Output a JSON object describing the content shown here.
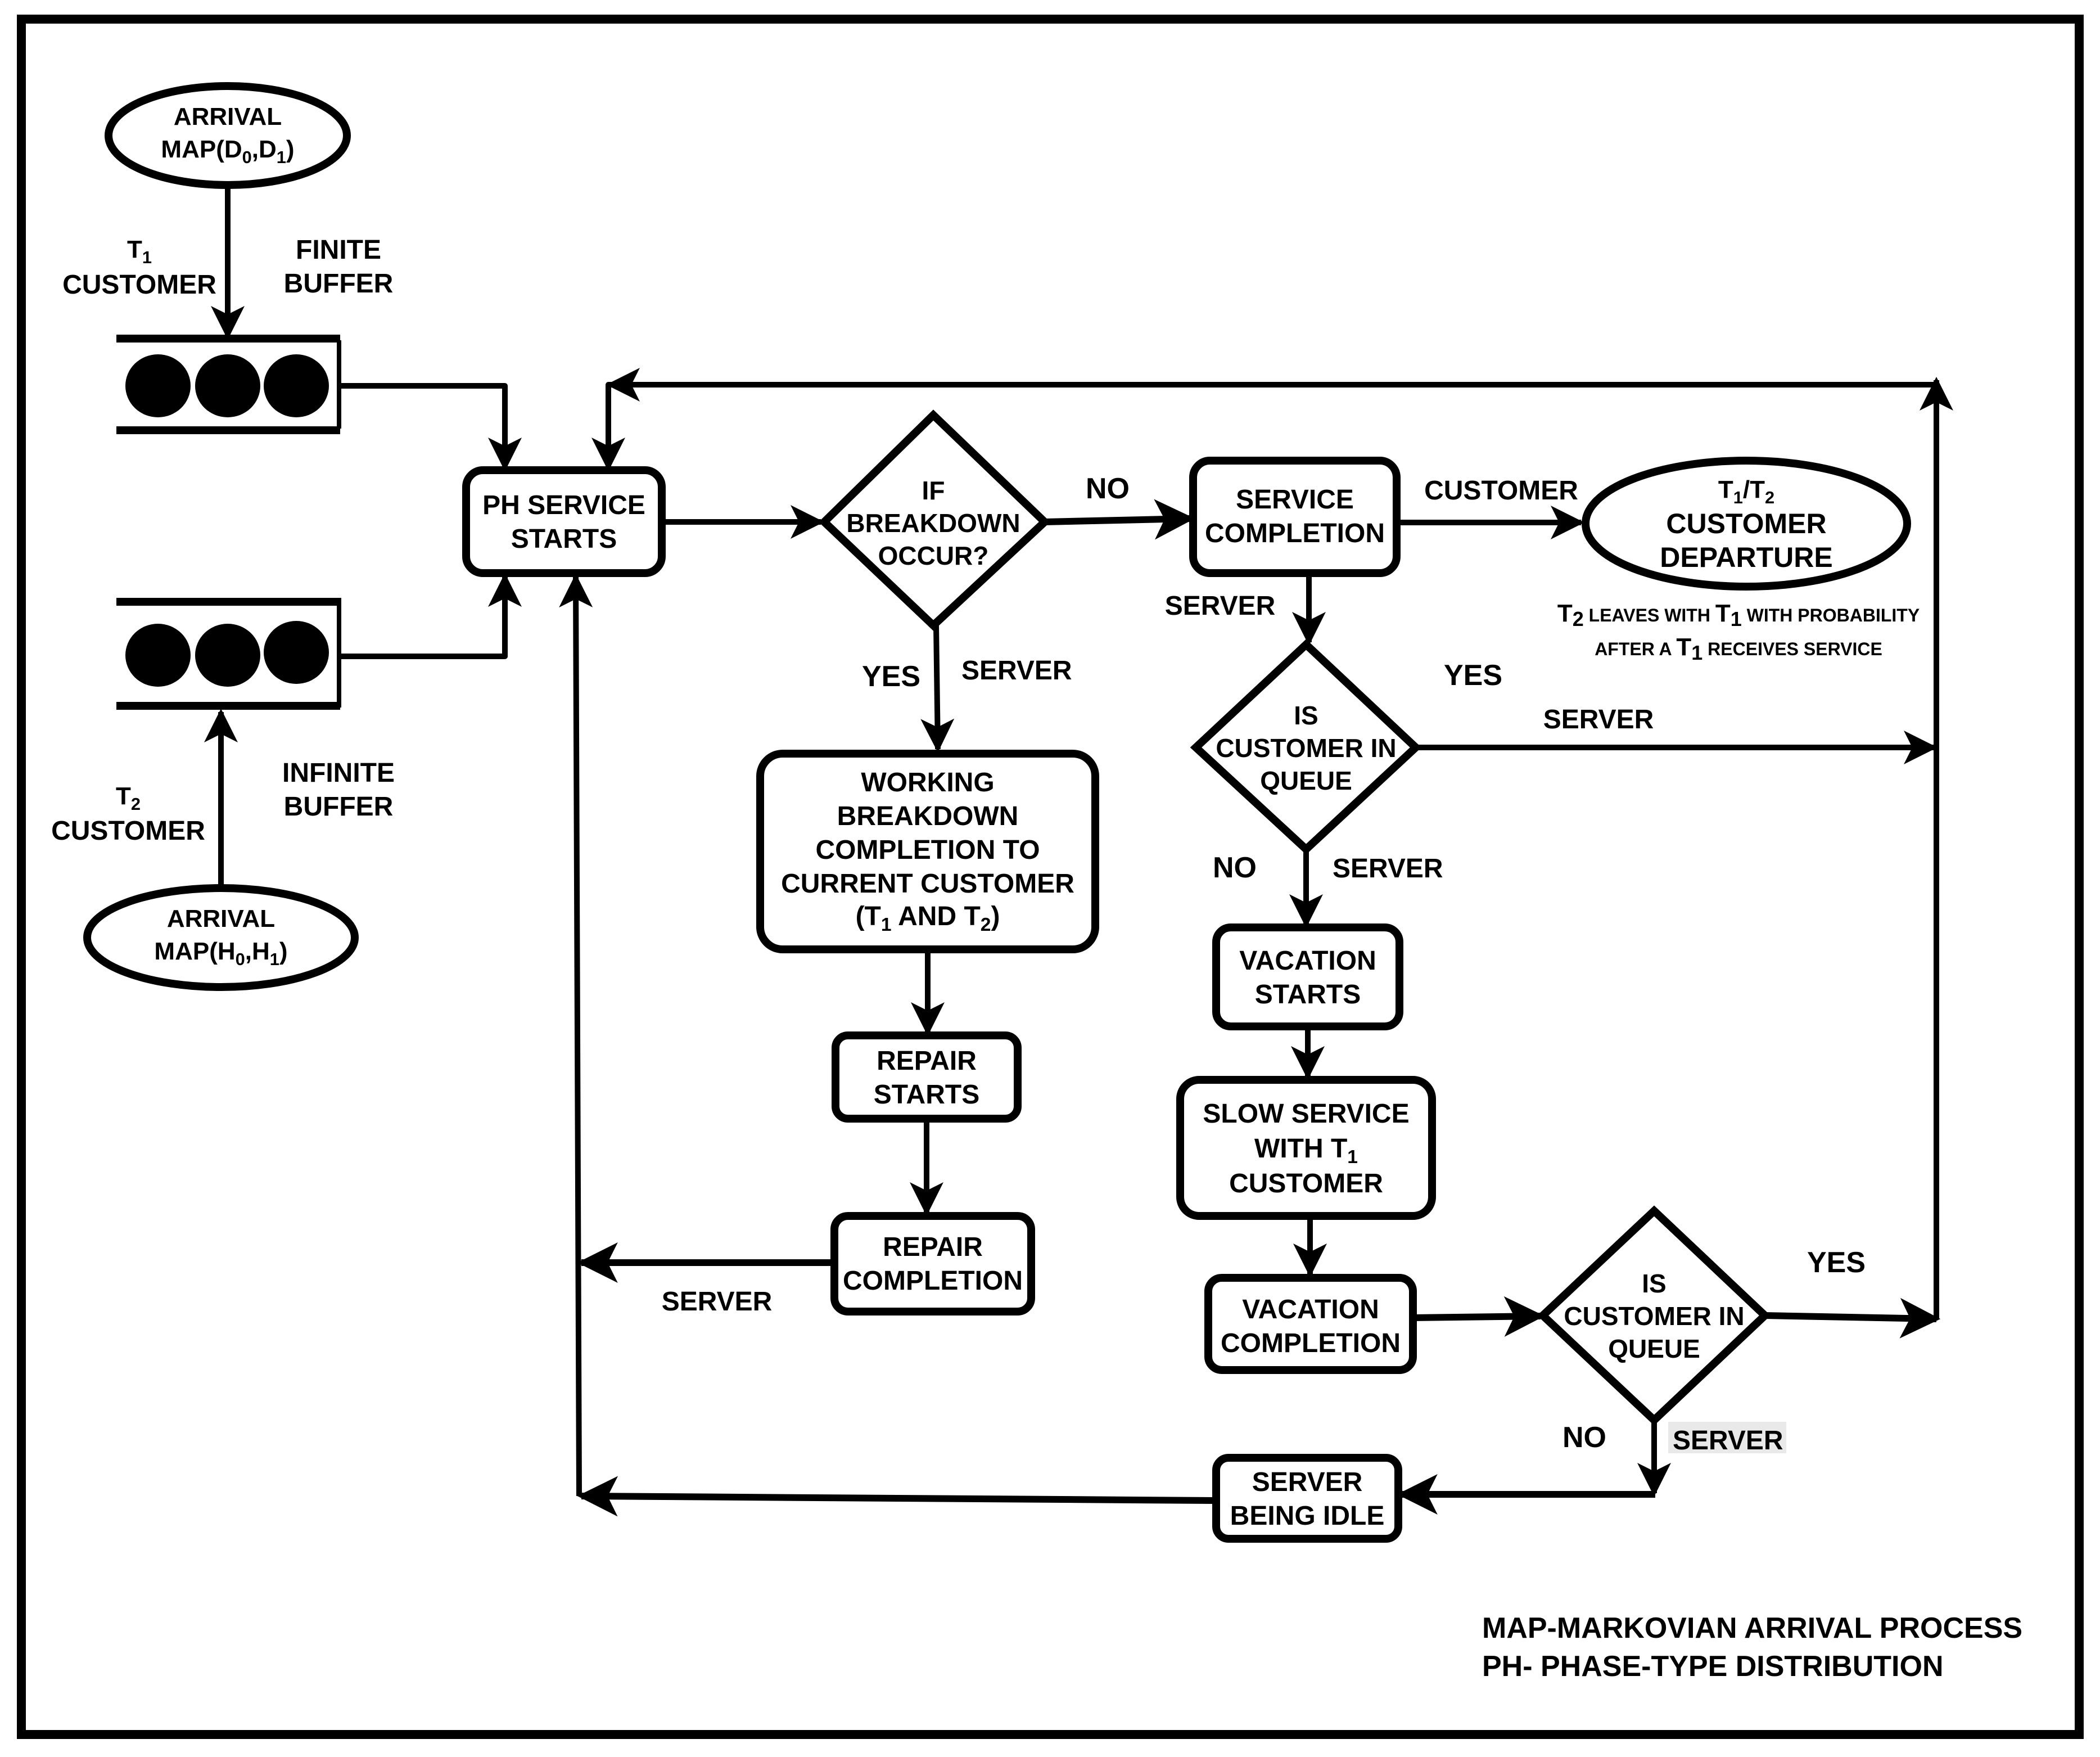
{
  "colors": {
    "background": "#ffffff",
    "ink": "#000000",
    "label_highlight": "#e9e9e9"
  },
  "arrivals": {
    "t1": {
      "line1": "ARRIVAL",
      "line2_prefix": "MAP(D",
      "line2_sub1": "0",
      "line2_mid": ",D",
      "line2_sub2": "1",
      "line2_suffix": ")"
    },
    "t2": {
      "line1": "ARRIVAL",
      "line2_prefix": "MAP(H",
      "line2_sub1": "0",
      "line2_mid": ",H",
      "line2_sub2": "1",
      "line2_suffix": ")"
    }
  },
  "labels": {
    "t1_customer": {
      "sym": "T",
      "sub": "1",
      "word": "CUSTOMER"
    },
    "t2_customer": {
      "sym": "T",
      "sub": "2",
      "word": "CUSTOMER"
    },
    "finite_buffer": [
      "FINITE",
      "BUFFER"
    ],
    "infinite_buffer": [
      "INFINITE",
      "BUFFER"
    ],
    "no_1": "NO",
    "yes_1": "YES",
    "server_1": "SERVER",
    "customer_out": "CUSTOMER",
    "server_2": "SERVER",
    "yes_2": "YES",
    "server_3": "SERVER",
    "no_2": "NO",
    "server_4": "SERVER",
    "server_repair": "SERVER",
    "yes_3": "YES",
    "no_3": "NO",
    "server_5": "SERVER"
  },
  "nodes": {
    "ph_service": [
      "PH SERVICE",
      "STARTS"
    ],
    "breakdown_decision": [
      "IF",
      "BREAKDOWN",
      "OCCUR?"
    ],
    "service_completion": [
      "SERVICE",
      "COMPLETION"
    ],
    "departure": {
      "line1": {
        "a": "T",
        "a_sub": "1",
        "sep": "/T",
        "b_sub": "2"
      },
      "line2": "CUSTOMER",
      "line3": "DEPARTURE"
    },
    "queue_decision_1": [
      "IS",
      "CUSTOMER IN",
      "QUEUE"
    ],
    "working_breakdown": {
      "lines": [
        "WORKING",
        "BREAKDOWN",
        "COMPLETION TO",
        "CURRENT CUSTOMER"
      ],
      "last": {
        "open": "(T",
        "sub1": "1",
        "mid": " AND T",
        "sub2": "2",
        "close": ")"
      }
    },
    "repair_starts": [
      "REPAIR",
      "STARTS"
    ],
    "repair_completion": [
      "REPAIR",
      "COMPLETION"
    ],
    "vacation_starts": [
      "VACATION",
      "STARTS"
    ],
    "slow_service": {
      "line1": "SLOW SERVICE",
      "line2": "WITH T",
      "line2_sub": "1",
      "line3": "CUSTOMER"
    },
    "vacation_completion": [
      "VACATION",
      "COMPLETION"
    ],
    "queue_decision_2": [
      "IS",
      "CUSTOMER IN",
      "QUEUE"
    ],
    "server_idle": [
      "SERVER",
      "BEING IDLE"
    ]
  },
  "note": {
    "line1": {
      "t2": "T",
      "t2_sub": "2",
      "mid": " LEAVES WITH ",
      "t1": "T",
      "t1_sub": "1",
      "end": " WITH PROBABILITY"
    },
    "line2": {
      "start": "AFTER A ",
      "t1": "T",
      "t1_sub": "1",
      "end": " RECEIVES SERVICE"
    }
  },
  "legend": [
    "MAP-MARKOVIAN ARRIVAL PROCESS",
    "PH- PHASE-TYPE DISTRIBUTION"
  ]
}
